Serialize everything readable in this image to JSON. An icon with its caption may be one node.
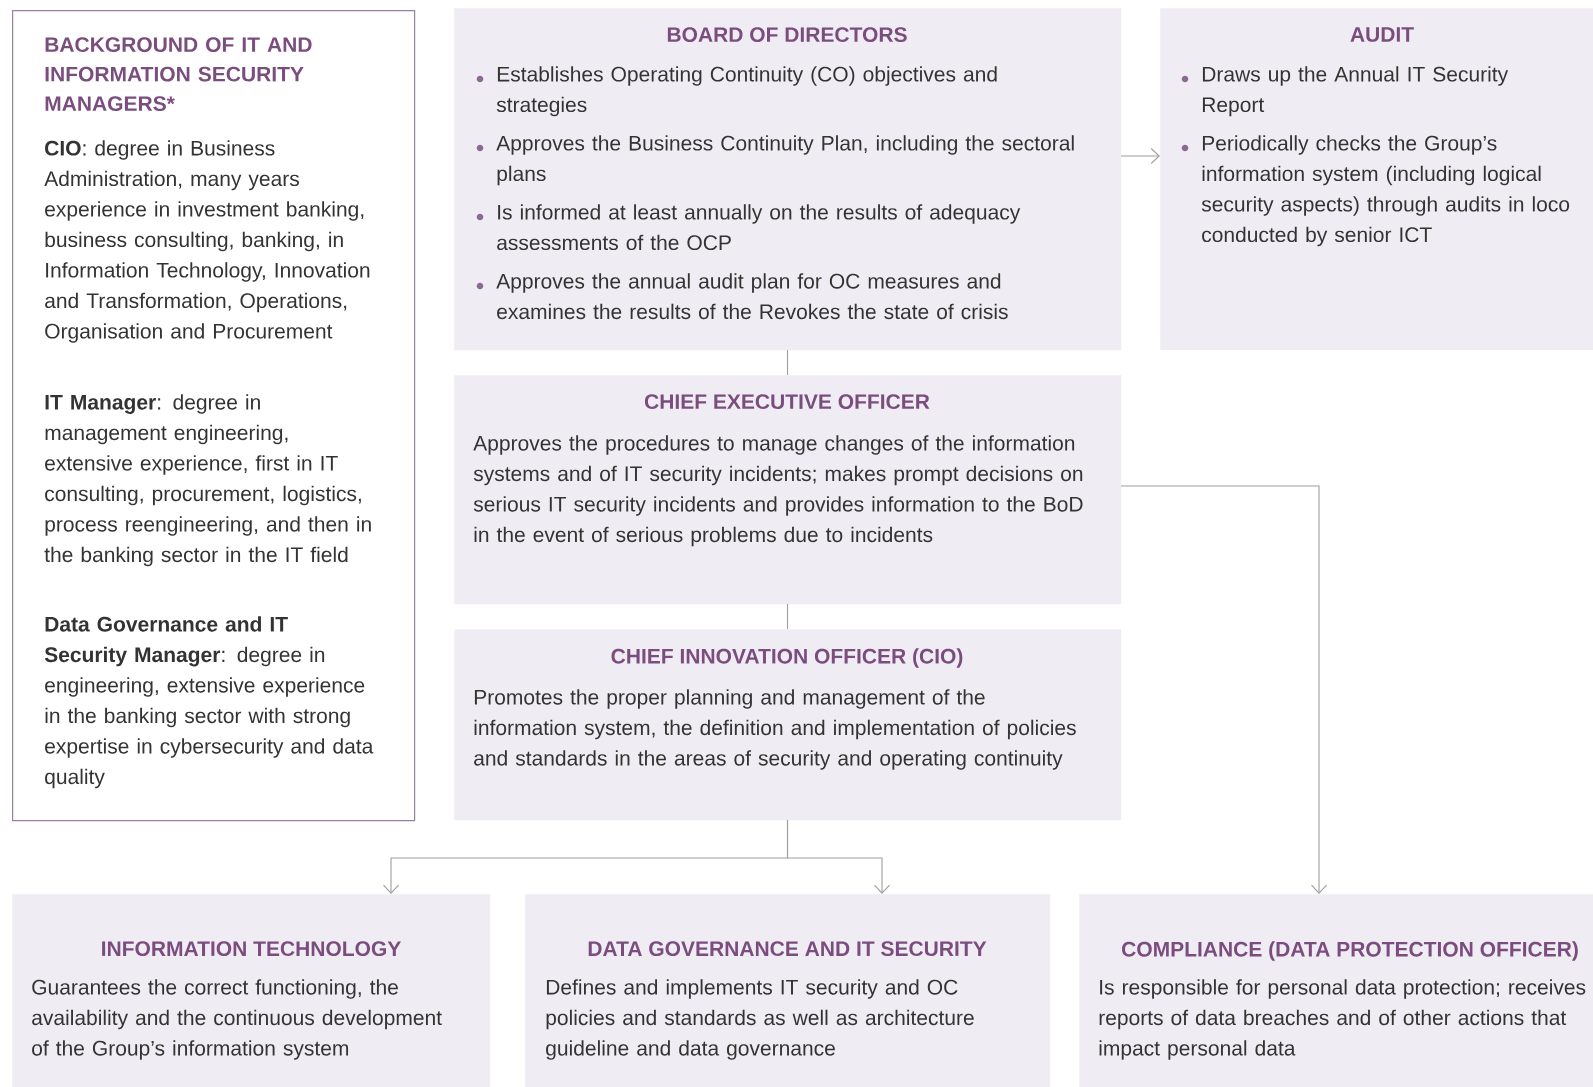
{
  "diagram": {
    "nodes": [
      {
        "text": [
          "BACKGROUND OF IT AND INFORMATION SECURITY MANAGERS*",
          "**CIO**: degree in Business Administration, many years experience in investment banking, business consulting, banking, in Information Technology, Innovation and Transformation, Operations, Organisation and Procurement",
          "**IT Manager**: degree in management engineering, extensive experience, first in IT consulting, procurement, logistics, process reengineering, and then in the banking sector in the IT field",
          "**Data Governance and IT Security Manager**: degree in engineering, extensive experience in the banking sector with strong expertise in cybersecurity and data quality"
        ]
      },
      {
        "text": [
          "BOARD OF DIRECTORS",
          "Establishes Operating Continuity (CO) objectives and strategies",
          "Approves the Business Continuity Plan, including the sectoral plans",
          "Is informed at least annually on the results of adequacy assessments of the OCP",
          "Approves the annual audit plan for OC measures and examines the results of the Revokes the state of crisis"
        ]
      },
      {
        "text": [
          "AUDIT",
          "Draws up the Annual IT Security Report",
          "Periodically checks the Group’s information system (including logical security aspects) through audits in loco conducted by senior ICT"
        ]
      },
      {
        "text": [
          "CHIEF EXECUTIVE OFFICER",
          "Approves the procedures to manage changes of the information systems and of IT security incidents; makes prompt decisions on serious IT security incidents and provides information to the BoD in the event of serious problems due to incidents"
        ]
      },
      {
        "text": [
          "CHIEF INNOVATION OFFICER (CIO)",
          "Promotes the proper planning and management of the information system, the definition and implementation of policies and standards in the areas of security and operating continuity"
        ]
      },
      {
        "text": [
          "INFORMATION TECHNOLOGY",
          "Guarantees the correct functioning, the availability and the continuous development of the Group’s information system"
        ]
      },
      {
        "text": [
          "DATA GOVERNANCE AND IT SECURITY",
          "Defines and implements IT security and OC policies and standards as well as architecture guideline and data governance"
        ]
      },
      {
        "text": [
          "COMPLIANCE (DATA PROTECTION OFFICER)",
          "Is responsible for personal data protection; receives reports of data breaches and of other actions that impact personal data"
        ]
      }
    ],
    "edges": [
      {
        "from": 1,
        "to": 2,
        "arrow": "to"
      },
      {
        "from": 1,
        "to": 3,
        "arrow": "none"
      },
      {
        "from": 3,
        "to": 4,
        "arrow": "none"
      },
      {
        "from": 4,
        "to": 5,
        "arrow": "to"
      },
      {
        "from": 4,
        "to": 6,
        "arrow": "to"
      },
      {
        "from": 3,
        "to": 7,
        "arrow": "to"
      }
    ]
  }
}
